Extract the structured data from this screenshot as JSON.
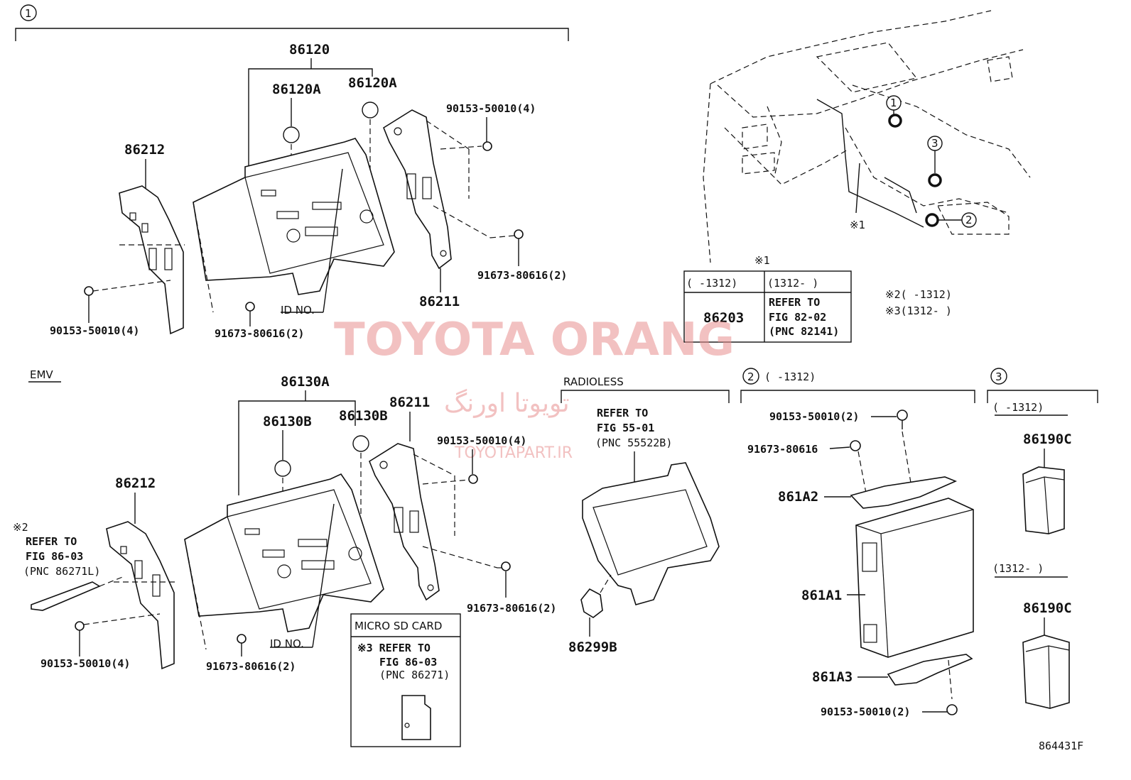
{
  "watermark": {
    "main": "TOYOTA ORANG",
    "farsi": "تویوتا اورنگ",
    "site": "TOYOTAPART.IR"
  },
  "illustration_code": "864431F",
  "sections": {
    "s1": {
      "marker": "1"
    },
    "s2": {
      "marker": "2",
      "range": "(      -1312)"
    },
    "s3": {
      "marker": "3",
      "range_a": "(      -1312)",
      "range_b": "(1312-      )"
    },
    "emv": "EMV",
    "radioless": "RADIOLESS",
    "micro_sd": "MICRO SD CARD"
  },
  "parts_top": {
    "p86120": "86120",
    "p86120A_1": "86120A",
    "p86120A_2": "86120A",
    "p86212": "86212",
    "p86211": "86211",
    "bolt_tr": "90153-50010(4)",
    "bolt_r": "91673-80616(2)",
    "bolt_bl": "90153-50010(4)",
    "bolt_bm": "91673-80616(2)",
    "id_no": "ID NO."
  },
  "parts_bottom": {
    "p86130A": "86130A",
    "p86130B_1": "86130B",
    "p86130B_2": "86130B",
    "p86212": "86212",
    "p86211": "86211",
    "bolt_tr": "90153-50010(4)",
    "bolt_r": "91673-80616(2)",
    "bolt_bl": "90153-50010(4)",
    "bolt_bm": "91673-80616(2)",
    "id_no": "ID NO."
  },
  "notes": {
    "refer_86271L": [
      "※2",
      "REFER TO",
      "FIG 86-03",
      "(PNC 86271L)"
    ],
    "refer_55522B": [
      "REFER TO",
      "FIG 55-01",
      "(PNC 55522B)"
    ],
    "refer_86271": [
      "※3 REFER TO",
      "FIG 86-03",
      "(PNC 86271)"
    ],
    "p86299B": "86299B",
    "star1_label": "※1",
    "star2": "※2(      -1312)",
    "star3": "※3(1312-      )"
  },
  "table": {
    "head_star": "※1",
    "col1_head": "(      -1312)",
    "col2_head": "(1312-      )",
    "col1_value": "86203",
    "col2_value": [
      "REFER TO",
      "FIG 82-02",
      "(PNC 82141)"
    ]
  },
  "parts_s2": {
    "bolt_top": "90153-50010(2)",
    "screw": "91673-80616",
    "p861A2": "861A2",
    "p861A1": "861A1",
    "p861A3": "861A3",
    "bolt_bottom": "90153-50010(2)"
  },
  "parts_s3": {
    "p86190C_a": "86190C",
    "p86190C_b": "86190C"
  },
  "locator": {
    "c1": "1",
    "c2": "2",
    "c3": "3",
    "star1": "※1"
  }
}
